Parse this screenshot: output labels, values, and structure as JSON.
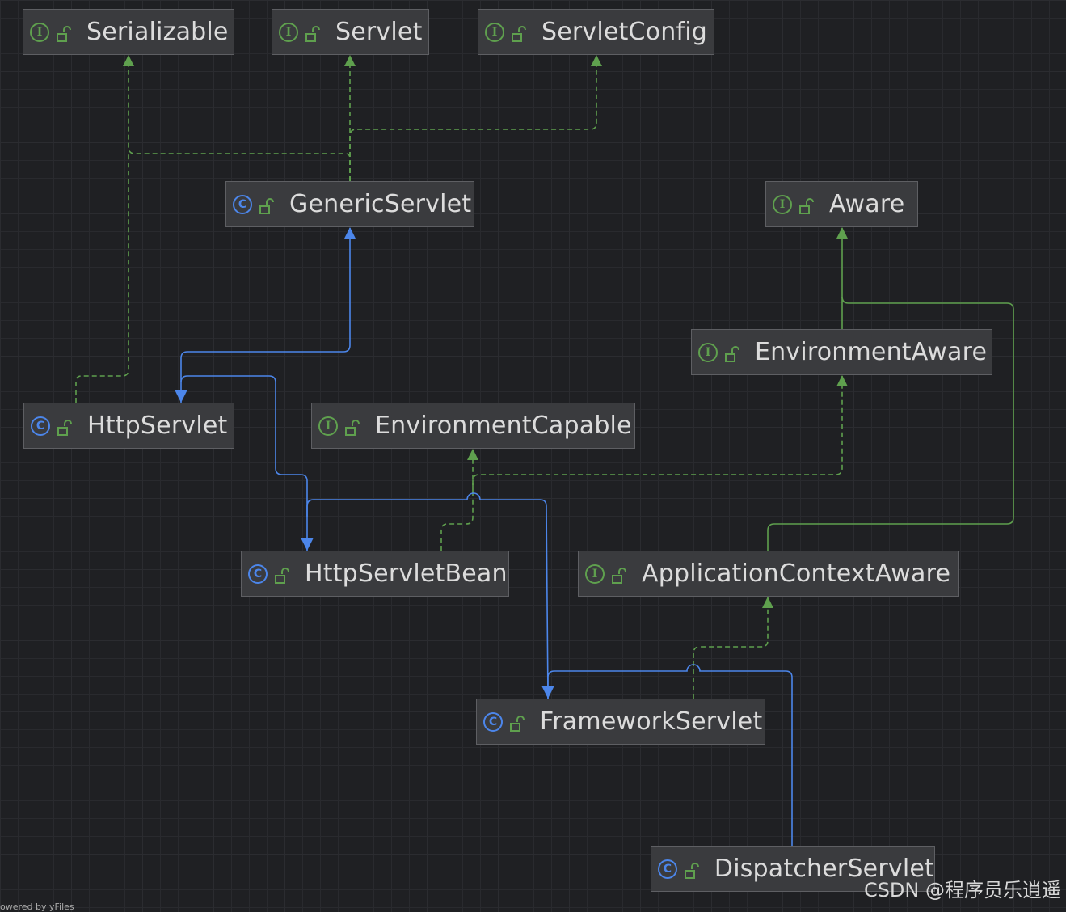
{
  "nodes": [
    {
      "id": "serializable",
      "label": "Serializable",
      "kind": "I"
    },
    {
      "id": "servlet",
      "label": "Servlet",
      "kind": "I"
    },
    {
      "id": "servletconfig",
      "label": "ServletConfig",
      "kind": "I"
    },
    {
      "id": "genericservlet",
      "label": "GenericServlet",
      "kind": "C"
    },
    {
      "id": "aware",
      "label": "Aware",
      "kind": "I"
    },
    {
      "id": "environmentaware",
      "label": "EnvironmentAware",
      "kind": "I"
    },
    {
      "id": "httpservlet",
      "label": "HttpServlet",
      "kind": "C"
    },
    {
      "id": "environmentcapable",
      "label": "EnvironmentCapable",
      "kind": "I"
    },
    {
      "id": "httpservletbean",
      "label": "HttpServletBean",
      "kind": "C"
    },
    {
      "id": "applicationcontextaware",
      "label": "ApplicationContextAware",
      "kind": "I"
    },
    {
      "id": "frameworkservlet",
      "label": "FrameworkServlet",
      "kind": "C"
    },
    {
      "id": "dispatcherservlet",
      "label": "DispatcherServlet",
      "kind": "C"
    }
  ],
  "edges": [
    {
      "from": "genericservlet",
      "to": "serializable",
      "relation": "implements"
    },
    {
      "from": "genericservlet",
      "to": "servlet",
      "relation": "implements"
    },
    {
      "from": "genericservlet",
      "to": "servletconfig",
      "relation": "implements"
    },
    {
      "from": "httpservlet",
      "to": "genericservlet",
      "relation": "extends"
    },
    {
      "from": "httpservlet",
      "to": "serializable",
      "relation": "implements"
    },
    {
      "from": "environmentaware",
      "to": "aware",
      "relation": "extends-interface"
    },
    {
      "from": "applicationcontextaware",
      "to": "aware",
      "relation": "extends-interface"
    },
    {
      "from": "httpservletbean",
      "to": "httpservlet",
      "relation": "extends"
    },
    {
      "from": "httpservletbean",
      "to": "environmentcapable",
      "relation": "implements"
    },
    {
      "from": "httpservletbean",
      "to": "environmentaware",
      "relation": "implements"
    },
    {
      "from": "frameworkservlet",
      "to": "httpservletbean",
      "relation": "extends"
    },
    {
      "from": "frameworkservlet",
      "to": "applicationcontextaware",
      "relation": "implements"
    },
    {
      "from": "dispatcherservlet",
      "to": "frameworkservlet",
      "relation": "extends"
    }
  ],
  "colors": {
    "implements": "#5fa04e",
    "extends": "#4c86ea",
    "interface_badge": "#5fa04e",
    "class_badge": "#4c86ea",
    "node_fill": "#3a3b3e",
    "node_border": "#5e5f63"
  },
  "icons": {
    "interface": "interface-badge-icon",
    "class": "class-badge-icon",
    "visibility": "open-lock-icon"
  },
  "watermark": "CSDN @程序员乐逍遥",
  "footer_text": "owered by yFiles"
}
